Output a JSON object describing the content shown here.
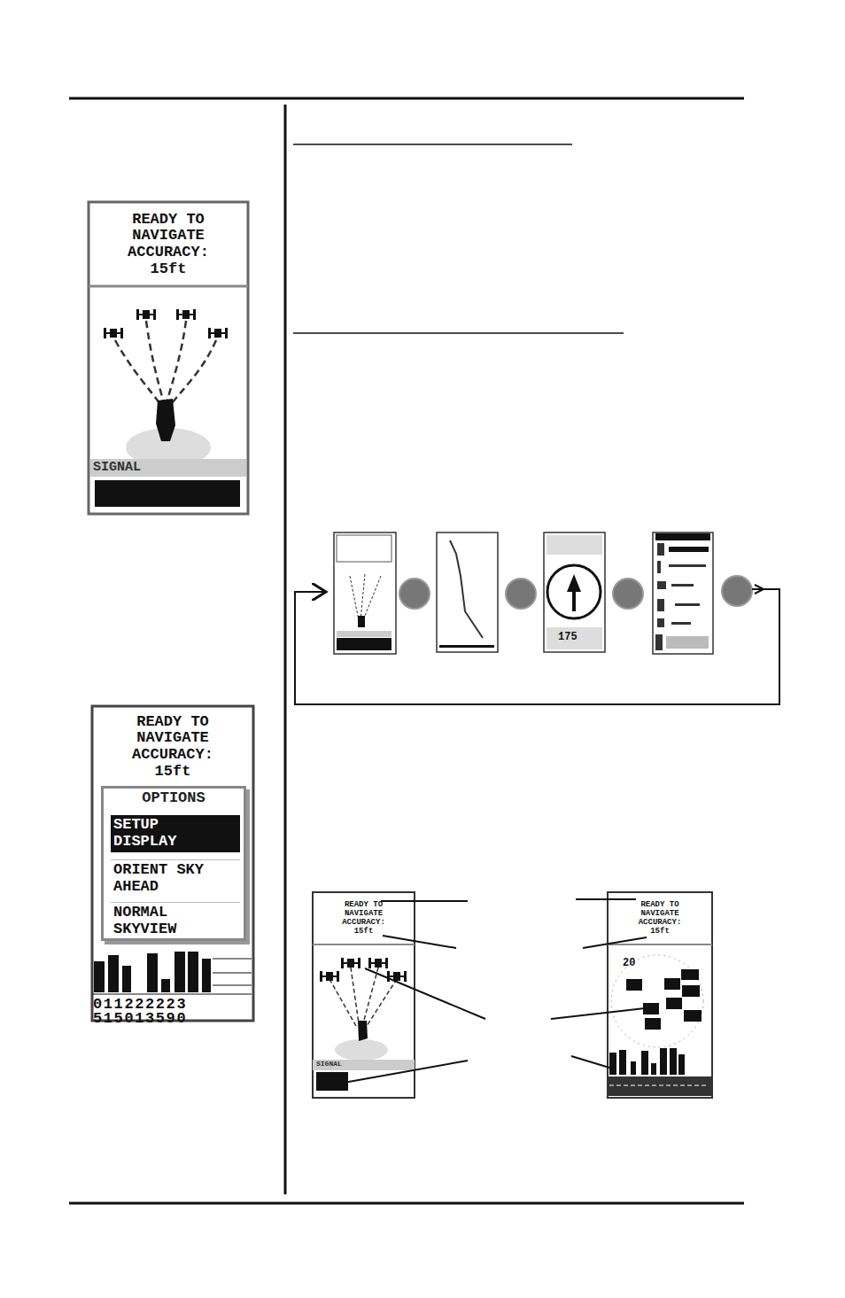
{
  "diagram": {
    "nodes": [
      {
        "text": [
          "READY TO NAVIGATE ACCURACY: 15ft"
        ]
      },
      {
        "text": [
          "SIGNAL"
        ]
      },
      {
        "text": [
          "READY TO NAVIGATE ACCURACY: 15ft"
        ]
      },
      {
        "text": [
          "OPTIONS"
        ]
      },
      {
        "text": [
          "SETUP DISPLAY"
        ],
        "in": 3
      },
      {
        "text": [
          "ORIENT SKY AHEAD"
        ],
        "in": 3
      },
      {
        "text": [
          "NORMAL SKYVIEW"
        ],
        "in": 3
      },
      {
        "text": [
          "READY TO NAVIGATE ACCURACY: 15ft"
        ]
      },
      {
        "text": [
          "SIGNAL"
        ]
      },
      {
        "text": [
          "READY TO NAVIGATE ACCURACY: 15ft"
        ]
      }
    ],
    "labels": [
      "011222223",
      "515013590",
      "175",
      "20"
    ]
  }
}
